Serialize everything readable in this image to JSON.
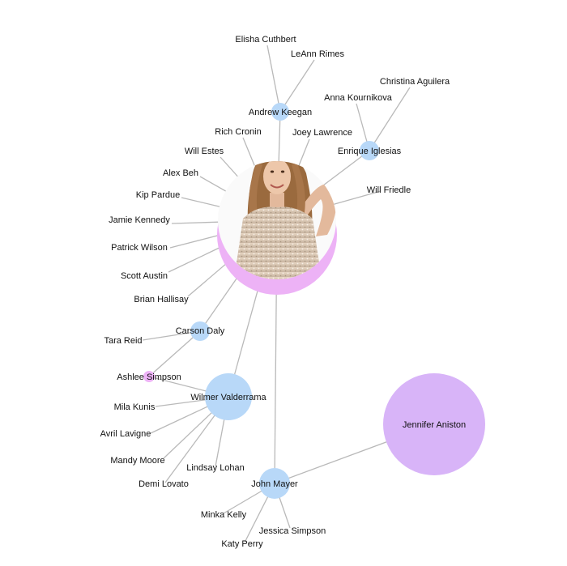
{
  "colors": {
    "edge": "#b9b9b9",
    "male": "#b8d8f8",
    "female": "#edb2f6",
    "focus": "#d8b4f8",
    "label": "#111111"
  },
  "nodes": {
    "center": {
      "label": "",
      "kind": "female",
      "photo": "portrait-woman-long-wavy-hair-sequined-top"
    },
    "andrew_keegan": {
      "label": "Andrew Keegan",
      "kind": "male"
    },
    "enrique_iglesias": {
      "label": "Enrique Iglesias",
      "kind": "male"
    },
    "carson_daly": {
      "label": "Carson Daly",
      "kind": "male"
    },
    "ashlee_simpson": {
      "label": "Ashlee Simpson",
      "kind": "female"
    },
    "wilmer_valderrama": {
      "label": "Wilmer Valderrama",
      "kind": "male"
    },
    "john_mayer": {
      "label": "John Mayer",
      "kind": "male"
    },
    "jennifer_aniston": {
      "label": "Jennifer Aniston",
      "kind": "focus"
    }
  },
  "labels": {
    "elisha_cuthbert": "Elisha Cuthbert",
    "leann_rimes": "LeAnn Rimes",
    "christina_aguilera": "Christina Aguilera",
    "anna_kournikova": "Anna Kournikova",
    "rich_cronin": "Rich Cronin",
    "joey_lawrence": "Joey Lawrence",
    "will_estes": "Will Estes",
    "alex_beh": "Alex Beh",
    "kip_pardue": "Kip Pardue",
    "jamie_kennedy": "Jamie Kennedy",
    "patrick_wilson": "Patrick Wilson",
    "scott_austin": "Scott Austin",
    "brian_hallisay": "Brian Hallisay",
    "will_friedle": "Will Friedle",
    "tara_reid": "Tara Reid",
    "mila_kunis": "Mila Kunis",
    "avril_lavigne": "Avril Lavigne",
    "mandy_moore": "Mandy Moore",
    "demi_lovato": "Demi Lovato",
    "lindsay_lohan": "Lindsay Lohan",
    "minka_kelly": "Minka Kelly",
    "jessica_simpson": "Jessica Simpson",
    "katy_perry": "Katy Perry"
  },
  "edges": [
    [
      "center",
      "andrew_keegan"
    ],
    [
      "center",
      "enrique_iglesias"
    ],
    [
      "center",
      "rich_cronin"
    ],
    [
      "center",
      "joey_lawrence"
    ],
    [
      "center",
      "will_estes"
    ],
    [
      "center",
      "alex_beh"
    ],
    [
      "center",
      "kip_pardue"
    ],
    [
      "center",
      "jamie_kennedy"
    ],
    [
      "center",
      "patrick_wilson"
    ],
    [
      "center",
      "scott_austin"
    ],
    [
      "center",
      "brian_hallisay"
    ],
    [
      "center",
      "will_friedle"
    ],
    [
      "center",
      "carson_daly"
    ],
    [
      "center",
      "wilmer_valderrama"
    ],
    [
      "center",
      "john_mayer"
    ],
    [
      "andrew_keegan",
      "elisha_cuthbert"
    ],
    [
      "andrew_keegan",
      "leann_rimes"
    ],
    [
      "enrique_iglesias",
      "anna_kournikova"
    ],
    [
      "enrique_iglesias",
      "christina_aguilera"
    ],
    [
      "carson_daly",
      "tara_reid"
    ],
    [
      "carson_daly",
      "ashlee_simpson"
    ],
    [
      "ashlee_simpson",
      "wilmer_valderrama"
    ],
    [
      "wilmer_valderrama",
      "mila_kunis"
    ],
    [
      "wilmer_valderrama",
      "avril_lavigne"
    ],
    [
      "wilmer_valderrama",
      "mandy_moore"
    ],
    [
      "wilmer_valderrama",
      "demi_lovato"
    ],
    [
      "wilmer_valderrama",
      "lindsay_lohan"
    ],
    [
      "john_mayer",
      "jennifer_aniston"
    ],
    [
      "john_mayer",
      "minka_kelly"
    ],
    [
      "john_mayer",
      "jessica_simpson"
    ],
    [
      "john_mayer",
      "katy_perry"
    ]
  ]
}
